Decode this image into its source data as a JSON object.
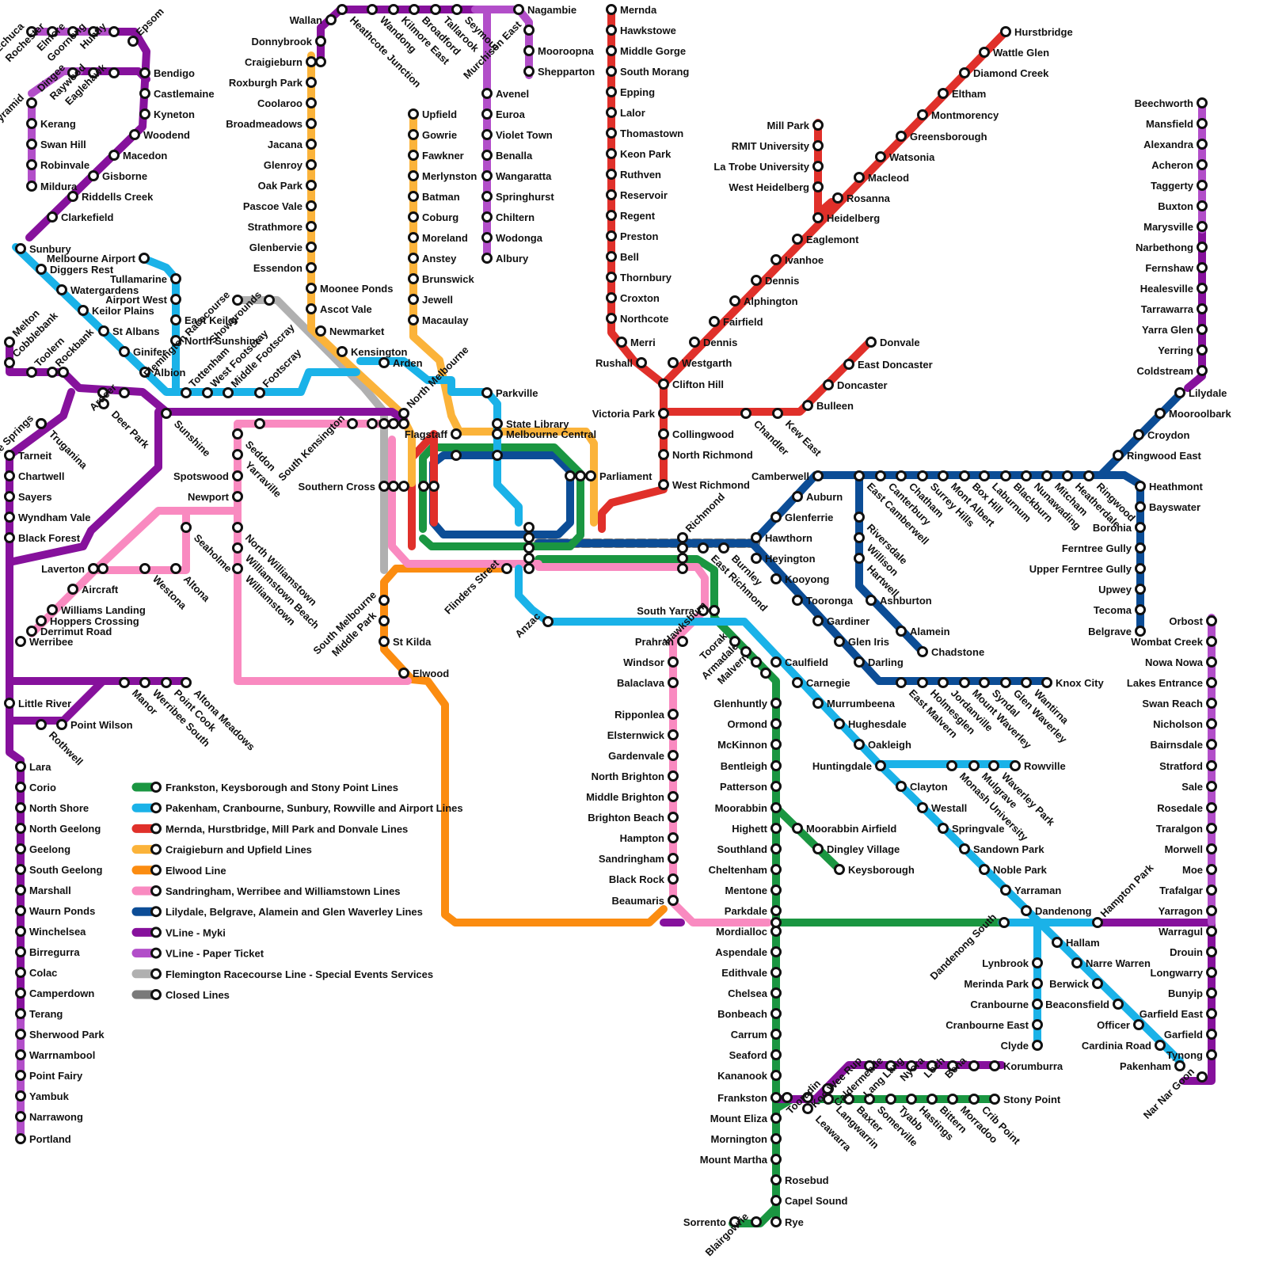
{
  "colors": {
    "frankston": "#1a9641",
    "pakenham": "#1ab2e8",
    "mernda": "#e0302a",
    "craigieburn": "#fbb33a",
    "elwood": "#fb8c10",
    "sandringham": "#f98ac0",
    "lilydale": "#0c4d96",
    "vline_myki": "#86119c",
    "vline_paper": "#b24ec9",
    "flemington": "#b0b0b0",
    "closed": "#7a7a7a"
  },
  "legend": [
    {
      "key": "frankston",
      "label": "Frankston, Keysborough and Stony Point Lines"
    },
    {
      "key": "pakenham",
      "label": "Pakenham, Cranbourne, Sunbury, Rowville and Airport Lines"
    },
    {
      "key": "mernda",
      "label": "Mernda, Hurstbridge, Mill Park and Donvale Lines"
    },
    {
      "key": "craigieburn",
      "label": "Craigieburn and Upfield Lines"
    },
    {
      "key": "elwood",
      "label": "Elwood Line"
    },
    {
      "key": "sandringham",
      "label": "Sandringham, Werribee and Williamstown Lines"
    },
    {
      "key": "lilydale",
      "label": "Lilydale, Belgrave, Alamein and Glen Waverley Lines"
    },
    {
      "key": "vline_myki",
      "label": "VLine - Myki"
    },
    {
      "key": "vline_paper",
      "label": "VLine - Paper Ticket"
    },
    {
      "key": "flemington",
      "label": "Flemington Racecourse Line - Special Events Services"
    },
    {
      "key": "closed",
      "label": "Closed Lines"
    }
  ],
  "stations": [
    {
      "name": "Mernda"
    },
    {
      "name": "Hawkstowe"
    },
    {
      "name": "Middle Gorge"
    },
    {
      "name": "South Morang"
    },
    {
      "name": "Epping"
    },
    {
      "name": "Lalor"
    },
    {
      "name": "Thomastown"
    },
    {
      "name": "Keon Park"
    },
    {
      "name": "Ruthven"
    },
    {
      "name": "Reservoir"
    },
    {
      "name": "Regent"
    },
    {
      "name": "Preston"
    },
    {
      "name": "Bell"
    },
    {
      "name": "Thornbury"
    },
    {
      "name": "Croxton"
    },
    {
      "name": "Northcote"
    },
    {
      "name": "Merri"
    },
    {
      "name": "Rushall"
    },
    {
      "name": "Westgarth"
    },
    {
      "name": "Clifton Hill"
    },
    {
      "name": "Victoria Park"
    },
    {
      "name": "Collingwood"
    },
    {
      "name": "North Richmond"
    },
    {
      "name": "West Richmond"
    },
    {
      "name": "Hurstbridge"
    },
    {
      "name": "Wattle Glen"
    },
    {
      "name": "Diamond Creek"
    },
    {
      "name": "Eltham"
    },
    {
      "name": "Montmorency"
    },
    {
      "name": "Greensborough"
    },
    {
      "name": "Watsonia"
    },
    {
      "name": "Macleod"
    },
    {
      "name": "Rosanna"
    },
    {
      "name": "Heidelberg"
    },
    {
      "name": "Eaglemont"
    },
    {
      "name": "Ivanhoe"
    },
    {
      "name": "Dennis"
    },
    {
      "name": "Alphington"
    },
    {
      "name": "Fairfield"
    },
    {
      "name": "Dennis"
    },
    {
      "name": "Mill Park"
    },
    {
      "name": "RMIT University"
    },
    {
      "name": "La Trobe University"
    },
    {
      "name": "West Heidelberg"
    },
    {
      "name": "Donvale"
    },
    {
      "name": "East Doncaster"
    },
    {
      "name": "Doncaster"
    },
    {
      "name": "Bulleen"
    },
    {
      "name": "Kew East"
    },
    {
      "name": "Chandler"
    },
    {
      "name": "Upfield"
    },
    {
      "name": "Gowrie"
    },
    {
      "name": "Fawkner"
    },
    {
      "name": "Merlynston"
    },
    {
      "name": "Batman"
    },
    {
      "name": "Coburg"
    },
    {
      "name": "Moreland"
    },
    {
      "name": "Anstey"
    },
    {
      "name": "Brunswick"
    },
    {
      "name": "Jewell"
    },
    {
      "name": "Macaulay"
    },
    {
      "name": "Wallan"
    },
    {
      "name": "Donnybrook"
    },
    {
      "name": "Craigieburn"
    },
    {
      "name": "Roxburgh Park"
    },
    {
      "name": "Coolaroo"
    },
    {
      "name": "Broadmeadows"
    },
    {
      "name": "Jacana"
    },
    {
      "name": "Glenroy"
    },
    {
      "name": "Oak Park"
    },
    {
      "name": "Pascoe Vale"
    },
    {
      "name": "Strathmore"
    },
    {
      "name": "Glenbervie"
    },
    {
      "name": "Essendon"
    },
    {
      "name": "Moonee Ponds"
    },
    {
      "name": "Ascot Vale"
    },
    {
      "name": "Newmarket"
    },
    {
      "name": "Kensington"
    },
    {
      "name": "Heathcote Junction"
    },
    {
      "name": "Wandong"
    },
    {
      "name": "Kilmore East"
    },
    {
      "name": "Broadford"
    },
    {
      "name": "Tallarook"
    },
    {
      "name": "Seymour"
    },
    {
      "name": "Nagambie"
    },
    {
      "name": "Murchison East"
    },
    {
      "name": "Mooroopna"
    },
    {
      "name": "Shepparton"
    },
    {
      "name": "Avenel"
    },
    {
      "name": "Euroa"
    },
    {
      "name": "Violet Town"
    },
    {
      "name": "Benalla"
    },
    {
      "name": "Wangaratta"
    },
    {
      "name": "Springhurst"
    },
    {
      "name": "Chiltern"
    },
    {
      "name": "Wodonga"
    },
    {
      "name": "Albury"
    },
    {
      "name": "Echuca"
    },
    {
      "name": "Rochester"
    },
    {
      "name": "Elmore"
    },
    {
      "name": "Goornong"
    },
    {
      "name": "Huntly"
    },
    {
      "name": "Epsom"
    },
    {
      "name": "Pyramid"
    },
    {
      "name": "Dingee"
    },
    {
      "name": "Raywood"
    },
    {
      "name": "Eaglehawk"
    },
    {
      "name": "Bendigo"
    },
    {
      "name": "Castlemaine"
    },
    {
      "name": "Kyneton"
    },
    {
      "name": "Woodend"
    },
    {
      "name": "Macedon"
    },
    {
      "name": "Gisborne"
    },
    {
      "name": "Riddells Creek"
    },
    {
      "name": "Clarkefield"
    },
    {
      "name": "Kerang"
    },
    {
      "name": "Swan Hill"
    },
    {
      "name": "Robinvale"
    },
    {
      "name": "Mildura"
    },
    {
      "name": "Sunbury"
    },
    {
      "name": "Diggers Rest"
    },
    {
      "name": "Watergardens"
    },
    {
      "name": "Keilor Plains"
    },
    {
      "name": "St Albans"
    },
    {
      "name": "Ginifer"
    },
    {
      "name": "Albion"
    },
    {
      "name": "Melbourne Airport"
    },
    {
      "name": "Tullamarine"
    },
    {
      "name": "Airport West"
    },
    {
      "name": "East Keilor"
    },
    {
      "name": "North Sunshine"
    },
    {
      "name": "Tottenham"
    },
    {
      "name": "West Footscray"
    },
    {
      "name": "Middle Footscray"
    },
    {
      "name": "Footscray"
    },
    {
      "name": "Arden"
    },
    {
      "name": "North Melbourne"
    },
    {
      "name": "Parkville"
    },
    {
      "name": "Sunshine"
    },
    {
      "name": "Flemington Racecourse"
    },
    {
      "name": "Showgrounds"
    },
    {
      "name": "Melton"
    },
    {
      "name": "Cobblebank"
    },
    {
      "name": "Toolern"
    },
    {
      "name": "Rockbank"
    },
    {
      "name": "Ardeer"
    },
    {
      "name": "Deer Park"
    },
    {
      "name": "Caroline Springs"
    },
    {
      "name": "Truganina"
    },
    {
      "name": "Tarneit"
    },
    {
      "name": "Chartwell"
    },
    {
      "name": "Sayers"
    },
    {
      "name": "Wyndham Vale"
    },
    {
      "name": "Black Forest"
    },
    {
      "name": "Werribee"
    },
    {
      "name": "Little River"
    },
    {
      "name": "Rothwell"
    },
    {
      "name": "Point Wilson"
    },
    {
      "name": "Lara"
    },
    {
      "name": "Corio"
    },
    {
      "name": "North Shore"
    },
    {
      "name": "North Geelong"
    },
    {
      "name": "Geelong"
    },
    {
      "name": "South Geelong"
    },
    {
      "name": "Marshall"
    },
    {
      "name": "Waurn Ponds"
    },
    {
      "name": "Winchelsea"
    },
    {
      "name": "Birregurra"
    },
    {
      "name": "Colac"
    },
    {
      "name": "Camperdown"
    },
    {
      "name": "Terang"
    },
    {
      "name": "Sherwood Park"
    },
    {
      "name": "Warrnambool"
    },
    {
      "name": "Point Fairy"
    },
    {
      "name": "Yambuk"
    },
    {
      "name": "Narrawong"
    },
    {
      "name": "Portland"
    },
    {
      "name": "Seddon"
    },
    {
      "name": "Yarraville"
    },
    {
      "name": "Spotswood"
    },
    {
      "name": "Newport"
    },
    {
      "name": "Seaholme"
    },
    {
      "name": "Altona"
    },
    {
      "name": "Westona"
    },
    {
      "name": "Laverton"
    },
    {
      "name": "Aircraft"
    },
    {
      "name": "Williams Landing"
    },
    {
      "name": "Hoppers Crossing"
    },
    {
      "name": "Derrimut Road"
    },
    {
      "name": "North Williamstown"
    },
    {
      "name": "Williamstown Beach"
    },
    {
      "name": "Williamstown"
    },
    {
      "name": "Manor"
    },
    {
      "name": "Werribee South"
    },
    {
      "name": "Point Cook"
    },
    {
      "name": "Altona Meadows"
    },
    {
      "name": "South Kensington"
    },
    {
      "name": "Southern Cross"
    },
    {
      "name": "Flagstaff"
    },
    {
      "name": "State Library"
    },
    {
      "name": "Melbourne Central"
    },
    {
      "name": "Parliament"
    },
    {
      "name": "Flinders Street"
    },
    {
      "name": "Richmond"
    },
    {
      "name": "East Richmond"
    },
    {
      "name": "Burnley"
    },
    {
      "name": "South Melbourne"
    },
    {
      "name": "Middle Park"
    },
    {
      "name": "St Kilda"
    },
    {
      "name": "Elwood"
    },
    {
      "name": "Anzac"
    },
    {
      "name": "South Yarra"
    },
    {
      "name": "Prahran"
    },
    {
      "name": "Windsor"
    },
    {
      "name": "Balaclava"
    },
    {
      "name": "Ripponlea"
    },
    {
      "name": "Elsternwick"
    },
    {
      "name": "Gardenvale"
    },
    {
      "name": "North Brighton"
    },
    {
      "name": "Middle Brighton"
    },
    {
      "name": "Brighton Beach"
    },
    {
      "name": "Hampton"
    },
    {
      "name": "Sandringham"
    },
    {
      "name": "Black Rock"
    },
    {
      "name": "Beaumaris"
    },
    {
      "name": "Hawksburn"
    },
    {
      "name": "Toorak"
    },
    {
      "name": "Armadale"
    },
    {
      "name": "Malvern"
    },
    {
      "name": "Caulfield"
    },
    {
      "name": "Carnegie"
    },
    {
      "name": "Murrumbeena"
    },
    {
      "name": "Hughesdale"
    },
    {
      "name": "Oakleigh"
    },
    {
      "name": "Huntingdale"
    },
    {
      "name": "Clayton"
    },
    {
      "name": "Monash University"
    },
    {
      "name": "Mulgrave"
    },
    {
      "name": "Waverley Park"
    },
    {
      "name": "Rowville"
    },
    {
      "name": "Westall"
    },
    {
      "name": "Springvale"
    },
    {
      "name": "Sandown Park"
    },
    {
      "name": "Noble Park"
    },
    {
      "name": "Yarraman"
    },
    {
      "name": "Dandenong"
    },
    {
      "name": "Dandenong South"
    },
    {
      "name": "Hallam"
    },
    {
      "name": "Narre Warren"
    },
    {
      "name": "Berwick"
    },
    {
      "name": "Beaconsfield"
    },
    {
      "name": "Officer"
    },
    {
      "name": "Cardinia Road"
    },
    {
      "name": "Pakenham"
    },
    {
      "name": "Lynbrook"
    },
    {
      "name": "Merinda Park"
    },
    {
      "name": "Cranbourne"
    },
    {
      "name": "Cranbourne East"
    },
    {
      "name": "Clyde"
    },
    {
      "name": "Glenhuntly"
    },
    {
      "name": "Ormond"
    },
    {
      "name": "McKinnon"
    },
    {
      "name": "Bentleigh"
    },
    {
      "name": "Patterson"
    },
    {
      "name": "Moorabbin"
    },
    {
      "name": "Highett"
    },
    {
      "name": "Southland"
    },
    {
      "name": "Cheltenham"
    },
    {
      "name": "Mentone"
    },
    {
      "name": "Parkdale"
    },
    {
      "name": "Mordialloc"
    },
    {
      "name": "Aspendale"
    },
    {
      "name": "Edithvale"
    },
    {
      "name": "Chelsea"
    },
    {
      "name": "Bonbeach"
    },
    {
      "name": "Carrum"
    },
    {
      "name": "Seaford"
    },
    {
      "name": "Kananook"
    },
    {
      "name": "Frankston"
    },
    {
      "name": "Mount Eliza"
    },
    {
      "name": "Mornington"
    },
    {
      "name": "Mount Martha"
    },
    {
      "name": "Rosebud"
    },
    {
      "name": "Capel Sound"
    },
    {
      "name": "Rye"
    },
    {
      "name": "Sorrento"
    },
    {
      "name": "Blairgowrie"
    },
    {
      "name": "Moorabbin Airfield"
    },
    {
      "name": "Dingley Village"
    },
    {
      "name": "Keysborough"
    },
    {
      "name": "Leawarra"
    },
    {
      "name": "Langwarrin"
    },
    {
      "name": "Baxter"
    },
    {
      "name": "Somerville"
    },
    {
      "name": "Tyabb"
    },
    {
      "name": "Hastings"
    },
    {
      "name": "Bittern"
    },
    {
      "name": "Morradoo"
    },
    {
      "name": "Crib Point"
    },
    {
      "name": "Stony Point"
    },
    {
      "name": "Tooradin"
    },
    {
      "name": "Koo Wee Rup"
    },
    {
      "name": "Caldermeade"
    },
    {
      "name": "Lang Lang"
    },
    {
      "name": "Nyora"
    },
    {
      "name": "Loch"
    },
    {
      "name": "Bena"
    },
    {
      "name": "Korumburra"
    },
    {
      "name": "Hawthorn"
    },
    {
      "name": "Glenferrie"
    },
    {
      "name": "Auburn"
    },
    {
      "name": "Camberwell"
    },
    {
      "name": "East Camberwell"
    },
    {
      "name": "Canterbury"
    },
    {
      "name": "Chatham"
    },
    {
      "name": "Surrey Hills"
    },
    {
      "name": "Mont Albert"
    },
    {
      "name": "Box Hill"
    },
    {
      "name": "Laburnum"
    },
    {
      "name": "Blackburn"
    },
    {
      "name": "Nunawading"
    },
    {
      "name": "Mitcham"
    },
    {
      "name": "Heatherdale"
    },
    {
      "name": "Ringwood"
    },
    {
      "name": "Ringwood East"
    },
    {
      "name": "Croydon"
    },
    {
      "name": "Mooroolbark"
    },
    {
      "name": "Lilydale"
    },
    {
      "name": "Heathmont"
    },
    {
      "name": "Bayswater"
    },
    {
      "name": "Boronia"
    },
    {
      "name": "Ferntree Gully"
    },
    {
      "name": "Upper Ferntree Gully"
    },
    {
      "name": "Upwey"
    },
    {
      "name": "Tecoma"
    },
    {
      "name": "Belgrave"
    },
    {
      "name": "Riversdale"
    },
    {
      "name": "Willison"
    },
    {
      "name": "Hartwell"
    },
    {
      "name": "Ashburton"
    },
    {
      "name": "Alamein"
    },
    {
      "name": "Chadstone"
    },
    {
      "name": "Heyington"
    },
    {
      "name": "Kooyong"
    },
    {
      "name": "Tooronga"
    },
    {
      "name": "Gardiner"
    },
    {
      "name": "Glen Iris"
    },
    {
      "name": "Darling"
    },
    {
      "name": "East Malvern"
    },
    {
      "name": "Holmesglen"
    },
    {
      "name": "Jordanville"
    },
    {
      "name": "Mount Waverley"
    },
    {
      "name": "Syndal"
    },
    {
      "name": "Glen Waverley"
    },
    {
      "name": "Wantirna"
    },
    {
      "name": "Knox City"
    },
    {
      "name": "Beechworth"
    },
    {
      "name": "Mansfield"
    },
    {
      "name": "Alexandra"
    },
    {
      "name": "Acheron"
    },
    {
      "name": "Taggerty"
    },
    {
      "name": "Buxton"
    },
    {
      "name": "Marysville"
    },
    {
      "name": "Narbethong"
    },
    {
      "name": "Fernshaw"
    },
    {
      "name": "Healesville"
    },
    {
      "name": "Tarrawarra"
    },
    {
      "name": "Yarra Glen"
    },
    {
      "name": "Yerring"
    },
    {
      "name": "Coldstream"
    },
    {
      "name": "Orbost"
    },
    {
      "name": "Wombat Creek"
    },
    {
      "name": "Nowa Nowa"
    },
    {
      "name": "Lakes Entrance"
    },
    {
      "name": "Swan Reach"
    },
    {
      "name": "Nicholson"
    },
    {
      "name": "Bairnsdale"
    },
    {
      "name": "Stratford"
    },
    {
      "name": "Sale"
    },
    {
      "name": "Rosedale"
    },
    {
      "name": "Traralgon"
    },
    {
      "name": "Morwell"
    },
    {
      "name": "Moe"
    },
    {
      "name": "Trafalgar"
    },
    {
      "name": "Yarragon"
    },
    {
      "name": "Warragul"
    },
    {
      "name": "Drouin"
    },
    {
      "name": "Longwarry"
    },
    {
      "name": "Bunyip"
    },
    {
      "name": "Garfield East"
    },
    {
      "name": "Garfield"
    },
    {
      "name": "Tynong"
    },
    {
      "name": "Nar Nar Goon"
    },
    {
      "name": "Hampton Park"
    }
  ]
}
